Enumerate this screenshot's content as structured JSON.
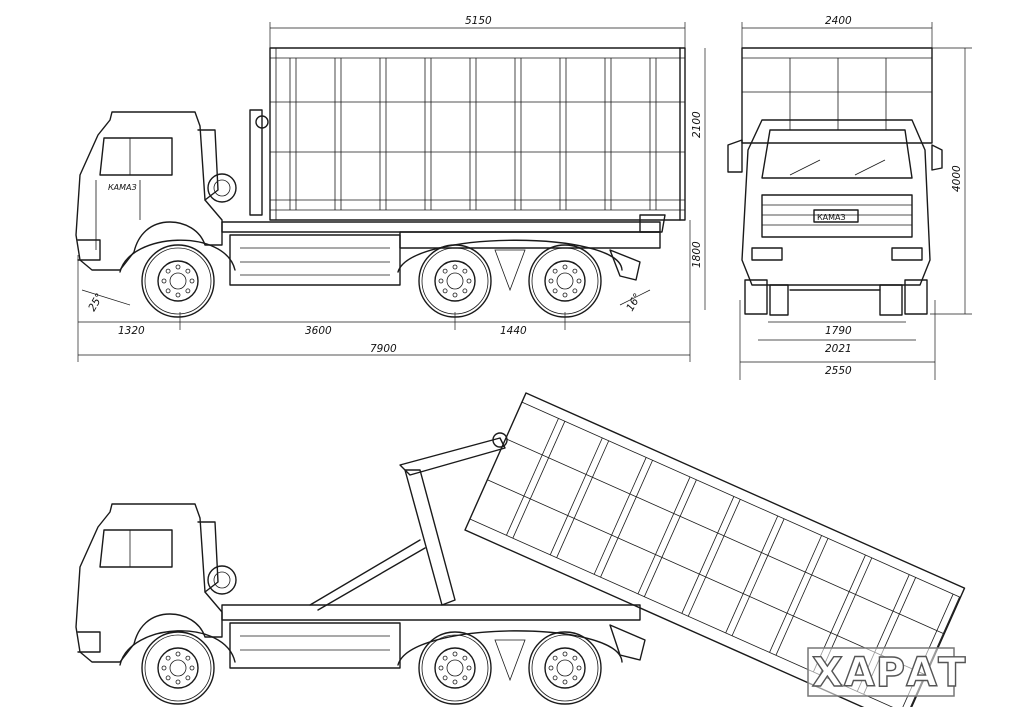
{
  "dimensions": {
    "body_length": "5150",
    "rear_width_top": "2400",
    "body_height": "2100",
    "total_height": "4000",
    "frame_height": "1800",
    "front_overhang": "1320",
    "wheelbase": "3600",
    "rear_bogie": "1440",
    "overall_length": "7900",
    "track": "1790",
    "outer_track": "2021",
    "overall_width": "2550",
    "approach_angle": "25°",
    "departure_angle": "16°"
  },
  "cab_grille_label": "КАМАЗ",
  "cab_door_text": "КАМАЗ",
  "watermark": "ХАРАТ"
}
